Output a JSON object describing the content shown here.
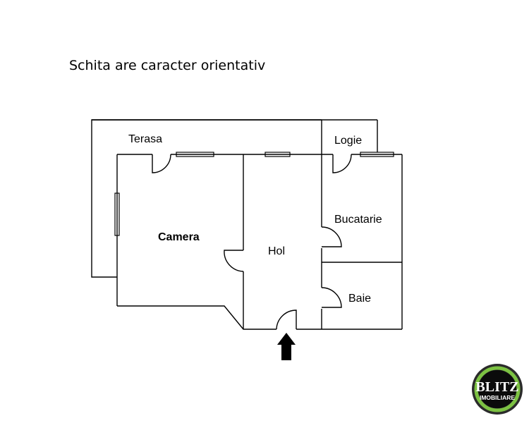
{
  "note": "Schita are caracter orientativ",
  "rooms": [
    {
      "label": "Terasa"
    },
    {
      "label": "Logie"
    },
    {
      "label": "Camera"
    },
    {
      "label": "Hol"
    },
    {
      "label": "Bucatarie"
    },
    {
      "label": "Baie"
    }
  ],
  "logo": {
    "line1": "BLITZ",
    "line2": "IMOBILIARE",
    "accent_color": "#7cc242"
  }
}
